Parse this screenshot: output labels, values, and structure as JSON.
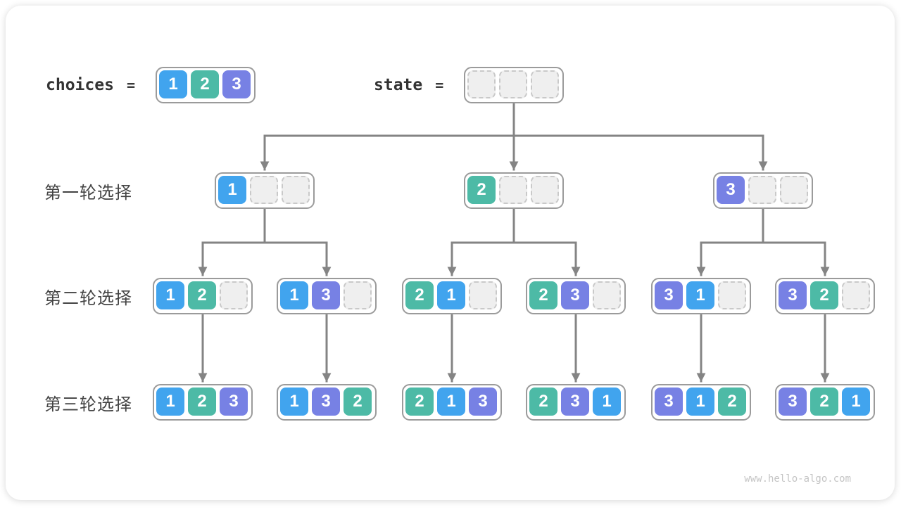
{
  "header": {
    "choices_label": "choices",
    "choices_equals": "=",
    "state_label": "state",
    "state_equals": "=",
    "choices_cells": [
      "1",
      "2",
      "3"
    ],
    "state_cells": [
      "",
      "",
      ""
    ]
  },
  "row_labels": [
    "第一轮选择",
    "第二轮选择",
    "第三轮选择"
  ],
  "tree": {
    "level1": [
      [
        "1",
        "",
        ""
      ],
      [
        "2",
        "",
        ""
      ],
      [
        "3",
        "",
        ""
      ]
    ],
    "level2": [
      [
        "1",
        "2",
        ""
      ],
      [
        "1",
        "3",
        ""
      ],
      [
        "2",
        "1",
        ""
      ],
      [
        "2",
        "3",
        ""
      ],
      [
        "3",
        "1",
        ""
      ],
      [
        "3",
        "2",
        ""
      ]
    ],
    "level3": [
      [
        "1",
        "2",
        "3"
      ],
      [
        "1",
        "3",
        "2"
      ],
      [
        "2",
        "1",
        "3"
      ],
      [
        "2",
        "3",
        "1"
      ],
      [
        "3",
        "1",
        "2"
      ],
      [
        "3",
        "2",
        "1"
      ]
    ]
  },
  "colors": {
    "1": "#41a4ee",
    "2": "#4dbaa6",
    "3": "#7781e4",
    "connector": "#848484"
  },
  "watermark": "www.hello-algo.com"
}
